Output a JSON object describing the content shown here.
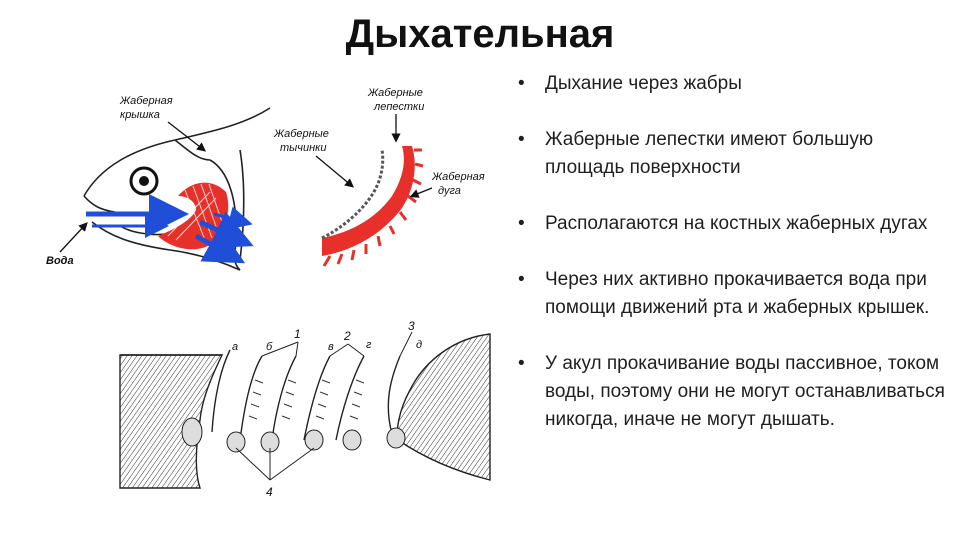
{
  "slide": {
    "title": "Дыхательная",
    "bullets": [
      "Дыхание через жабры",
      "Жаберные лепестки имеют большую площадь поверхности",
      "Располагаются на костных жаберных дугах",
      "Через них активно прокачивается вода при помощи движений рта и жаберных крышек.",
      "У акул прокачивание воды пассивное, током воды, поэтому они не могут останавливаться никогда, иначе не могут дышать."
    ]
  },
  "figure_top": {
    "labels": {
      "operculum_line1": "Жаберная",
      "operculum_line2": "крышка",
      "water": "Вода",
      "stamens_line1": "Жаберные",
      "stamens_line2": "тычинки",
      "petals_line1": "Жаберные",
      "petals_line2": "лепестки",
      "arch_line1": "Жаберная",
      "arch_line2": "дуга"
    },
    "colors": {
      "gill": "#e8302a",
      "arrow": "#1f4fd8"
    }
  },
  "figure_bottom": {
    "letters": [
      "а",
      "б",
      "в",
      "г",
      "д"
    ],
    "numbers": [
      "1",
      "2",
      "3",
      "4"
    ]
  }
}
